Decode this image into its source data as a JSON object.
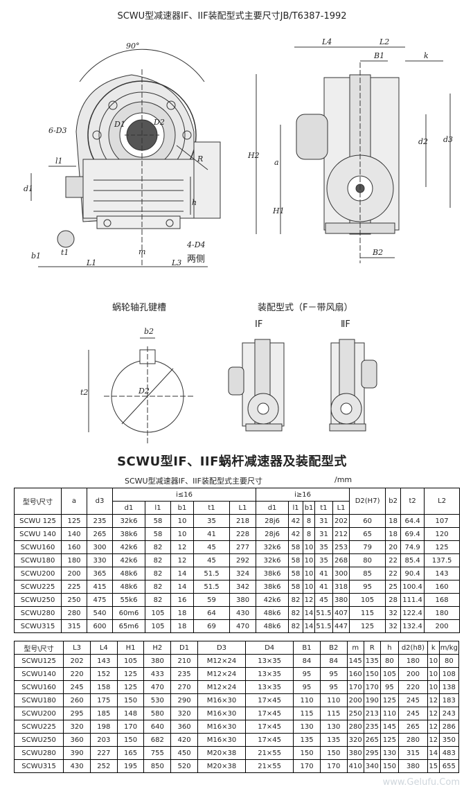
{
  "header_title": "SCWU型减速器IF、IIF装配型式主要尺寸JB/T6387-1992",
  "drawing": {
    "angle": "90°",
    "front_labels": [
      "6-D3",
      "D1",
      "D2",
      "R",
      "l1",
      "d1",
      "b1",
      "t1",
      "L1",
      "m",
      "L3",
      "h",
      "4-D4",
      "两侧"
    ],
    "side_labels": [
      "L4",
      "L2",
      "B1",
      "k",
      "H2",
      "a",
      "H1",
      "d2",
      "d3",
      "B2"
    ],
    "keyway_caption": "蜗轮轴孔键槽",
    "keyway_labels": [
      "b2",
      "t2",
      "D2"
    ],
    "assembly_caption": "装配型式（F－带风扇）",
    "assembly_forms": [
      "ⅠF",
      "ⅡF"
    ]
  },
  "main_title": "SCWU型IF、IIF蜗杆减速器及装配型式",
  "subtitle": "SCWU型减速器IF、IIF装配型式主要尺寸",
  "unit": "/mm",
  "table1": {
    "header_top": [
      "型号\\尺寸",
      "a",
      "d3",
      "i≤16",
      "i≥16",
      "D2(H7)",
      "b2",
      "t2",
      "L2"
    ],
    "header_sub": [
      "d1",
      "l1",
      "b1",
      "t1",
      "L1",
      "d1",
      "l1",
      "b1",
      "t1",
      "L1"
    ],
    "rows": [
      [
        "SCWU 125",
        "125",
        "235",
        "32k6",
        "58",
        "10",
        "35",
        "218",
        "28j6",
        "42",
        "8",
        "31",
        "202",
        "60",
        "18",
        "64.4",
        "107"
      ],
      [
        "SCWU 140",
        "140",
        "265",
        "38k6",
        "58",
        "10",
        "41",
        "228",
        "28j6",
        "42",
        "8",
        "31",
        "212",
        "65",
        "18",
        "69.4",
        "120"
      ],
      [
        "SCWU160",
        "160",
        "300",
        "42k6",
        "82",
        "12",
        "45",
        "277",
        "32k6",
        "58",
        "10",
        "35",
        "253",
        "79",
        "20",
        "74.9",
        "125"
      ],
      [
        "SCWU180",
        "180",
        "330",
        "42k6",
        "82",
        "12",
        "45",
        "292",
        "32k6",
        "58",
        "10",
        "35",
        "268",
        "80",
        "22",
        "85.4",
        "137.5"
      ],
      [
        "SCWU200",
        "200",
        "365",
        "48k6",
        "82",
        "14",
        "51.5",
        "324",
        "38k6",
        "58",
        "10",
        "41",
        "300",
        "85",
        "22",
        "90.4",
        "143"
      ],
      [
        "SCWU225",
        "225",
        "415",
        "48k6",
        "82",
        "14",
        "51.5",
        "342",
        "38k6",
        "58",
        "10",
        "41",
        "318",
        "95",
        "25",
        "100.4",
        "160"
      ],
      [
        "SCWU250",
        "250",
        "475",
        "55k6",
        "82",
        "16",
        "59",
        "380",
        "42k6",
        "82",
        "12",
        "45",
        "380",
        "105",
        "28",
        "111.4",
        "168"
      ],
      [
        "SCWU280",
        "280",
        "540",
        "60m6",
        "105",
        "18",
        "64",
        "430",
        "48k6",
        "82",
        "14",
        "51.5",
        "407",
        "115",
        "32",
        "122.4",
        "180"
      ],
      [
        "SCWU315",
        "315",
        "600",
        "65m6",
        "105",
        "18",
        "69",
        "470",
        "48k6",
        "82",
        "14",
        "51.5",
        "447",
        "125",
        "32",
        "132.4",
        "200"
      ]
    ]
  },
  "table2": {
    "header": [
      "型号\\尺寸",
      "L3",
      "L4",
      "H1",
      "H2",
      "D1",
      "D3",
      "D4",
      "B1",
      "B2",
      "m",
      "R",
      "h",
      "d2(h8)",
      "k",
      "m/kg"
    ],
    "rows": [
      [
        "SCWU125",
        "202",
        "143",
        "105",
        "380",
        "210",
        "M12×24",
        "13×35",
        "84",
        "84",
        "145",
        "135",
        "80",
        "180",
        "10",
        "80"
      ],
      [
        "SCWU140",
        "220",
        "152",
        "125",
        "433",
        "235",
        "M12×24",
        "13×35",
        "95",
        "95",
        "160",
        "150",
        "105",
        "200",
        "10",
        "108"
      ],
      [
        "SCWU160",
        "245",
        "158",
        "125",
        "470",
        "270",
        "M12×24",
        "13×35",
        "95",
        "95",
        "170",
        "170",
        "95",
        "220",
        "10",
        "138"
      ],
      [
        "SCWU180",
        "260",
        "175",
        "150",
        "530",
        "290",
        "M16×30",
        "17×45",
        "110",
        "110",
        "200",
        "190",
        "125",
        "245",
        "12",
        "183"
      ],
      [
        "SCWU200",
        "295",
        "185",
        "148",
        "580",
        "320",
        "M16×30",
        "17×45",
        "115",
        "115",
        "250",
        "213",
        "110",
        "245",
        "12",
        "243"
      ],
      [
        "SCWU225",
        "320",
        "198",
        "170",
        "640",
        "360",
        "M16×30",
        "17×45",
        "130",
        "130",
        "280",
        "235",
        "145",
        "265",
        "12",
        "286"
      ],
      [
        "SCWU250",
        "360",
        "203",
        "150",
        "682",
        "420",
        "M16×30",
        "17×45",
        "135",
        "135",
        "320",
        "265",
        "125",
        "280",
        "12",
        "350"
      ],
      [
        "SCWU280",
        "390",
        "227",
        "165",
        "755",
        "450",
        "M20×38",
        "21×55",
        "150",
        "150",
        "380",
        "295",
        "130",
        "315",
        "14",
        "483"
      ],
      [
        "SCWU315",
        "430",
        "252",
        "195",
        "850",
        "520",
        "M20×38",
        "21×55",
        "170",
        "170",
        "410",
        "340",
        "150",
        "380",
        "15",
        "655"
      ]
    ]
  },
  "watermark": "www.Gelufu.Com"
}
